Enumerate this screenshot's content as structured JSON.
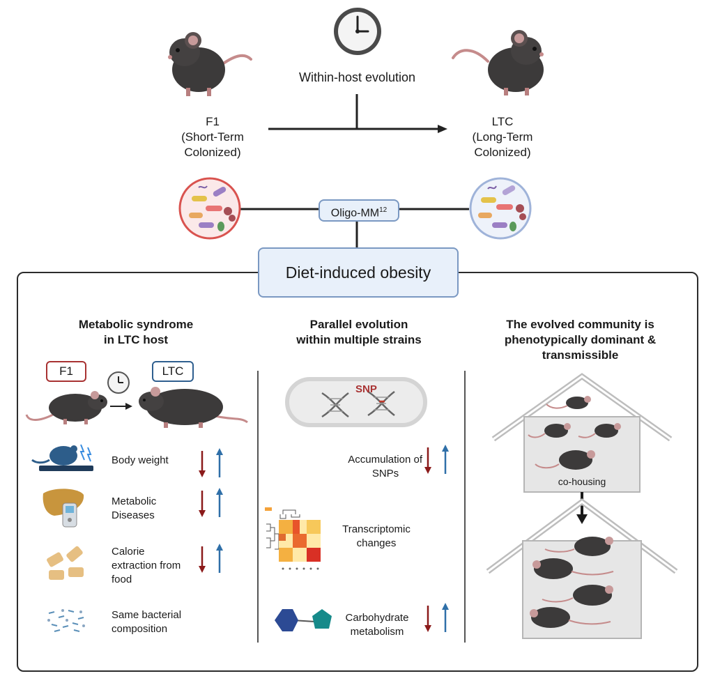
{
  "top": {
    "process_label": "Within-host evolution",
    "left_group": {
      "name": "F1",
      "desc": "(Short-Term\nColonized)"
    },
    "right_group": {
      "name": "LTC",
      "desc": "(Long-Term\nColonized)"
    },
    "community": {
      "name": "Oligo-MM",
      "superscript": "12"
    },
    "condition": "Diet-induced obesity"
  },
  "colors": {
    "down_arrow": "#8b1a1a",
    "up_arrow": "#2f6fa8",
    "f1_tag": "#a83232",
    "ltc_tag": "#2f5f8f",
    "condition_box_fill": "#e8f0fa",
    "condition_box_border": "#7a98c2",
    "f1_circle": "#d9534f",
    "ltc_circle": "#9fb3d9"
  },
  "panels": [
    {
      "title_line1": "Metabolic syndrome",
      "title_line2": "in LTC host",
      "tag_f1": "F1",
      "tag_ltc": "LTC",
      "items": [
        {
          "label_line1": "Body weight",
          "label_line2": "",
          "label_line3": "",
          "icon": "scale-mouse-icon",
          "arrows": true
        },
        {
          "label_line1": "Metabolic",
          "label_line2": "Diseases",
          "label_line3": "",
          "icon": "liver-glucometer-icon",
          "arrows": true
        },
        {
          "label_line1": "Calorie",
          "label_line2": "extraction from",
          "label_line3": "food",
          "icon": "food-pellets-icon",
          "arrows": true
        },
        {
          "label_line1": "Same bacterial",
          "label_line2": "composition",
          "label_line3": "",
          "icon": "bacteria-cluster-icon",
          "arrows": false
        }
      ]
    },
    {
      "title_line1": "Parallel evolution",
      "title_line2": "within multiple strains",
      "snp_label": "SNP",
      "items": [
        {
          "label_line1": "Accumulation of",
          "label_line2": "SNPs",
          "icon": "none",
          "arrows": true
        },
        {
          "label_line1": "Transcriptomic",
          "label_line2": "changes",
          "icon": "heatmap-icon",
          "arrows": false
        },
        {
          "label_line1": "Carbohydrate",
          "label_line2": "metabolism",
          "icon": "sugar-molecule-icon",
          "arrows": true
        }
      ]
    },
    {
      "title_line1": "The evolved community is",
      "title_line2": "phenotypically dominant &",
      "title_line3": "transmissible",
      "cohousing_label": "co-housing"
    }
  ]
}
